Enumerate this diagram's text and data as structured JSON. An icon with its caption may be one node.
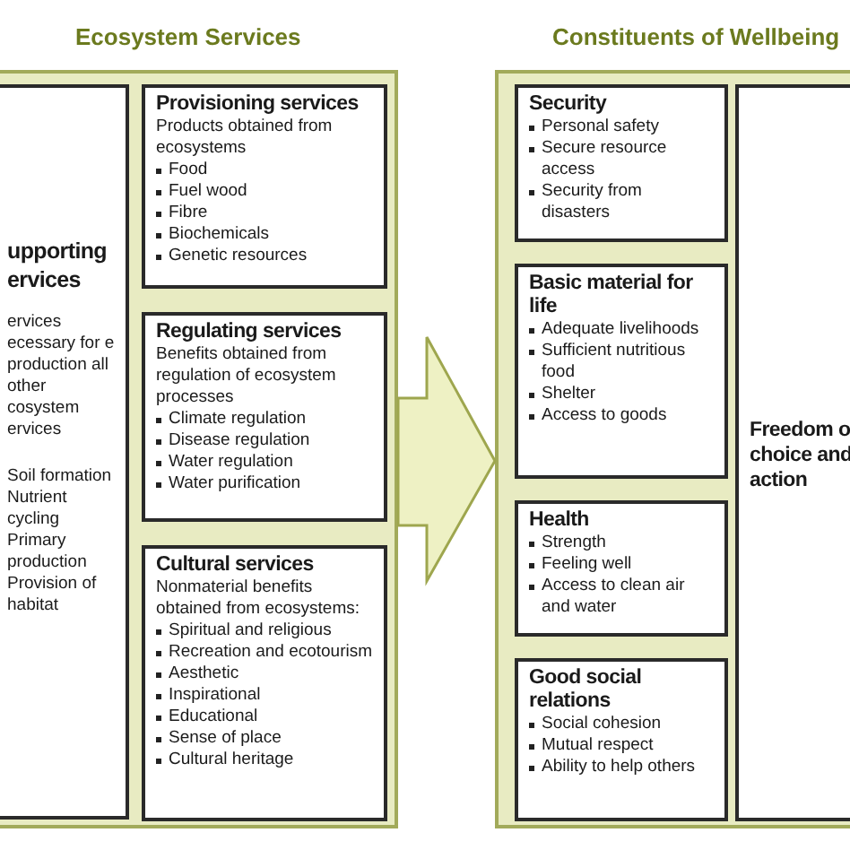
{
  "diagram": {
    "nodes": [
      {
        "text": [
          "Ecosystem Services"
        ]
      },
      {
        "text": [
          "upporting ervices",
          "ervices ecessary for e production all other cosystem ervices",
          "Soil formation",
          "Nutrient cycling",
          "Primary production",
          "Provision of habitat"
        ],
        "in": 0
      },
      {
        "text": [
          "Provisioning services",
          "Products obtained from ecosystems",
          "Food",
          "Fuel wood",
          "Fibre",
          "Biochemicals",
          "Genetic resources"
        ],
        "in": 0
      },
      {
        "text": [
          "Regulating services",
          "Benefits obtained from regulation of ecosystem processes",
          "Climate regulation",
          "Disease regulation",
          "Water regulation",
          "Water purification"
        ],
        "in": 0
      },
      {
        "text": [
          "Cultural services",
          "Nonmaterial benefits obtained from ecosystems:",
          "Spiritual and religious",
          "Recreation and ecotourism",
          "Aesthetic",
          "Inspirational",
          "Educational",
          "Sense of place",
          "Cultural heritage"
        ],
        "in": 0
      },
      {
        "text": [
          "Constituents of Wellbeing"
        ]
      },
      {
        "text": [
          "Security",
          "Personal safety",
          "Secure resource access",
          "Security from disasters"
        ],
        "in": 5
      },
      {
        "text": [
          "Basic material for life",
          "Adequate livelihoods",
          "Sufficient nutritious food",
          "Shelter",
          "Access to goods"
        ],
        "in": 5
      },
      {
        "text": [
          "Health",
          "Strength",
          "Feeling well",
          "Access to clean air and water"
        ],
        "in": 5
      },
      {
        "text": [
          "Good social relations",
          "Social cohesion",
          "Mutual respect",
          "Ability to help others"
        ],
        "in": 5
      },
      {
        "text": [
          "Freedom o choice and action"
        ],
        "in": 5
      }
    ],
    "edges": [
      {
        "from": 0,
        "to": 5,
        "arrow": "to",
        "style": "thick"
      }
    ]
  }
}
